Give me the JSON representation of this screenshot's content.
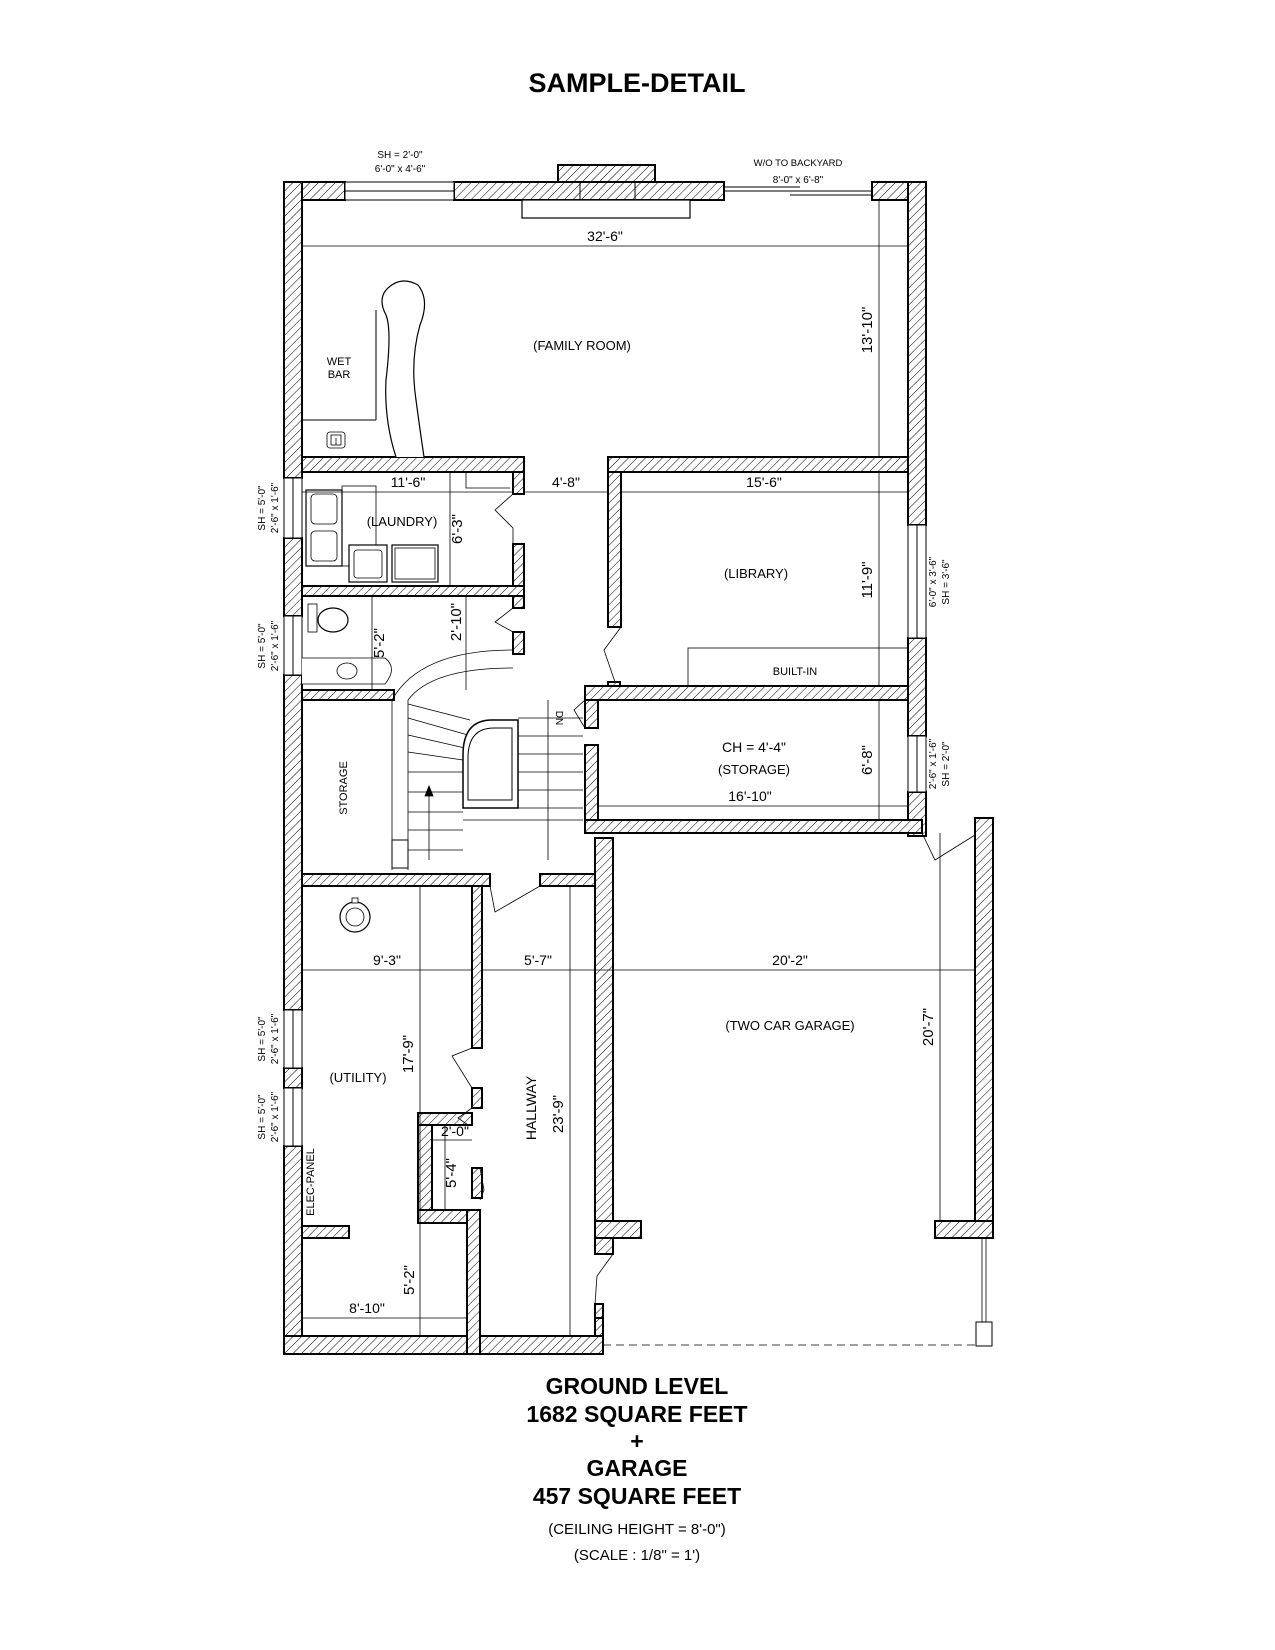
{
  "title": "SAMPLE-DETAIL",
  "footer": {
    "line1": "GROUND LEVEL",
    "line2": "1682 SQUARE FEET",
    "line3": "+",
    "line4": "GARAGE",
    "line5": "457 SQUARE FEET",
    "ceiling": "(CEILING HEIGHT = 8'-0\")",
    "scale": "(SCALE : 1/8\" = 1')"
  },
  "rooms": {
    "family": "(FAMILY ROOM)",
    "wetbar1": "WET",
    "wetbar2": "BAR",
    "laundry": "(LAUNDRY)",
    "library": "(LIBRARY)",
    "builtin": "BUILT-IN",
    "storage_ch": "CH = 4'-4\"",
    "storage2": "(STORAGE)",
    "storage1": "STORAGE",
    "garage": "(TWO CAR GARAGE)",
    "utility": "(UTILITY)",
    "hallway": "HALLWAY",
    "elec": "ELEC-PANEL",
    "dn": "DN"
  },
  "windows": {
    "top_left_sh": "SH = 2'-0\"",
    "top_left_size": "6'-0\" x 4'-6\"",
    "walkout_label": "W/O TO BACKYARD",
    "walkout_size": "8'-0\" x 6'-8\"",
    "laundry_sh": "SH = 5'-0\"",
    "laundry_size": "2'-6\" x 1'-6\"",
    "bath_sh": "SH = 5'-0\"",
    "bath_size": "2'-6\" x 1'-6\"",
    "library_size": "6'-0\" x 3'-6\"",
    "library_sh": "SH = 3'-6\"",
    "storage_size": "2'-6\" x 1'-6\"",
    "storage_sh": "SH = 2'-0\"",
    "utility1_sh": "SH = 5'-0\"",
    "utility1_size": "2'-6\" x 1'-6\"",
    "utility2_sh": "SH = 5'-0\"",
    "utility2_size": "2'-6\" x 1'-6\""
  },
  "dimensions": {
    "family_width": "32'-6\"",
    "family_depth": "13'-10\"",
    "laundry_width": "11'-6\"",
    "laundry_depth": "6'-3\"",
    "hall_gap": "4'-8\"",
    "library_width": "15'-6\"",
    "library_depth": "11'-9\"",
    "bath_depth": "5'-2\"",
    "stair_gap": "2'-10\"",
    "storage_width": "16'-10\"",
    "storage_depth": "6'-8\"",
    "utility_width": "9'-3\"",
    "hallway_width": "5'-7\"",
    "garage_width": "20'-2\"",
    "garage_depth": "20'-7\"",
    "utility_depth": "17'-9\"",
    "hallway_depth": "23'-9\"",
    "closet_width": "2'-0\"",
    "closet_depth": "5'-4\"",
    "lower_depth": "5'-2\"",
    "lower_width": "8'-10\""
  }
}
